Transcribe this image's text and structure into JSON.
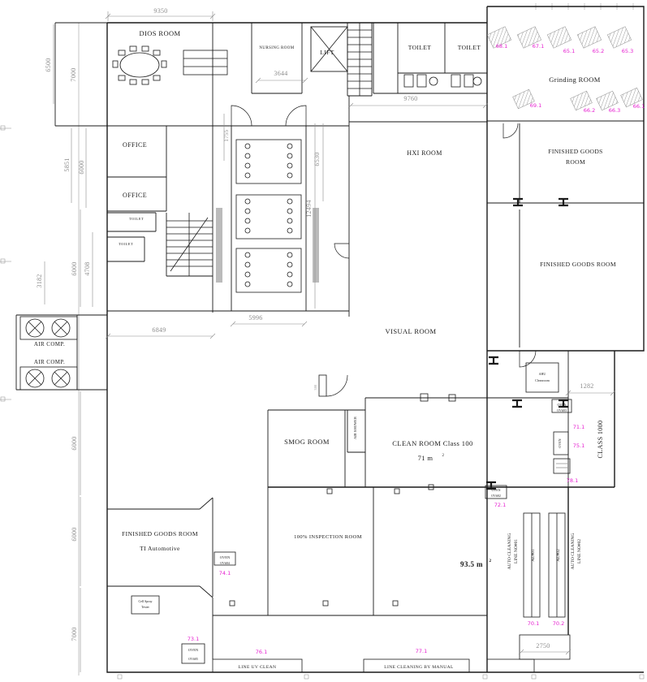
{
  "rooms": {
    "dios": "DIOS ROOM",
    "nursing": "NURSING ROOM",
    "lift": "LIFT",
    "toilet_a": "TOILET",
    "toilet_b": "TOILET",
    "grinding": "Grinding  ROOM",
    "office_a": "OFFICE",
    "office_b": "OFFICE",
    "toilet_c": "TOILET",
    "toilet_d": "TOILET",
    "hxi": "HXI ROOM",
    "fg_top_1": "FINISHED GOODS",
    "fg_top_2": "ROOM",
    "fg_right": "FINISHED GOODS ROOM",
    "air_comp_a": "AIR COMP.",
    "air_comp_b": "AIR COMP.",
    "visual": "VISUAL ROOM",
    "smog": "SMOG ROOM",
    "air_shower": "AIR SHOWER",
    "clean": "CLEAN ROOM Class 100",
    "clean_area": "71  m",
    "sup": "2",
    "class_1000": "CLASS 1000",
    "fg_ti_1": "FINISHED GOODS ROOM",
    "fg_ti_2": "TI Automotive",
    "inspection": "100% INSPECTION ROOM",
    "inspection_area": "93.5 m",
    "auto1_1": "AUTO CLEANING",
    "auto1_2": "LINE NO#01",
    "auto2_1": "AUTO CLEANING",
    "auto2_2": "LINE NO#02",
    "line_uv": "LINE UV CLEAN",
    "line_manual": "LINE CLEANING BY MANUAL"
  },
  "equipment": {
    "oven": "OVEN",
    "ov02": "OV#02",
    "ov03": "OV#03",
    "ov04": "OV#04",
    "ov05": "OV#05",
    "al01": "AL#01",
    "al02": "AL#02",
    "ahu_1": "AHU",
    "ahu_2": "Cleanroom",
    "cell_1": "Cell Spray",
    "cell_2": "Tester"
  },
  "dims": {
    "d9350": "9350",
    "d6500": "6500",
    "d7000a": "7000",
    "d3644": "3644",
    "d9760": "9760",
    "d5851": "5851",
    "d6000a": "6000",
    "d1755": "1755",
    "d6530": "6530",
    "d12494": "12494",
    "d3182": "3182",
    "d4708": "4708",
    "d6000b": "6000",
    "d6849": "6849",
    "d5996": "5996",
    "d1282": "1282",
    "d6000c": "6000",
    "d6000d": "6000",
    "d7000b": "7000",
    "d2750": "2750",
    "d300": "300"
  },
  "ids": {
    "i68_1": "68.1",
    "i67_1": "67.1",
    "i65_1": "65.1",
    "i65_2": "65.2",
    "i65_3": "65.3",
    "i69_1": "69.1",
    "i66_2": "66.2",
    "i66_3": "66.3",
    "i66_1": "66.1",
    "i71_1": "71.1",
    "i75_1": "75.1",
    "i78_1": "78.1",
    "i72_1": "72.1",
    "i74_1": "74.1",
    "i73_1": "73.1",
    "i76_1": "76.1",
    "i77_1": "77.1",
    "i70_1": "70.1",
    "i70_2": "70.2"
  },
  "colors": {
    "wall": "#1a1a1a",
    "dim_text": "#8c8c8c",
    "accent_pink": "#e620d0",
    "hatch": "#999999",
    "shade": "#bbbbbb"
  }
}
